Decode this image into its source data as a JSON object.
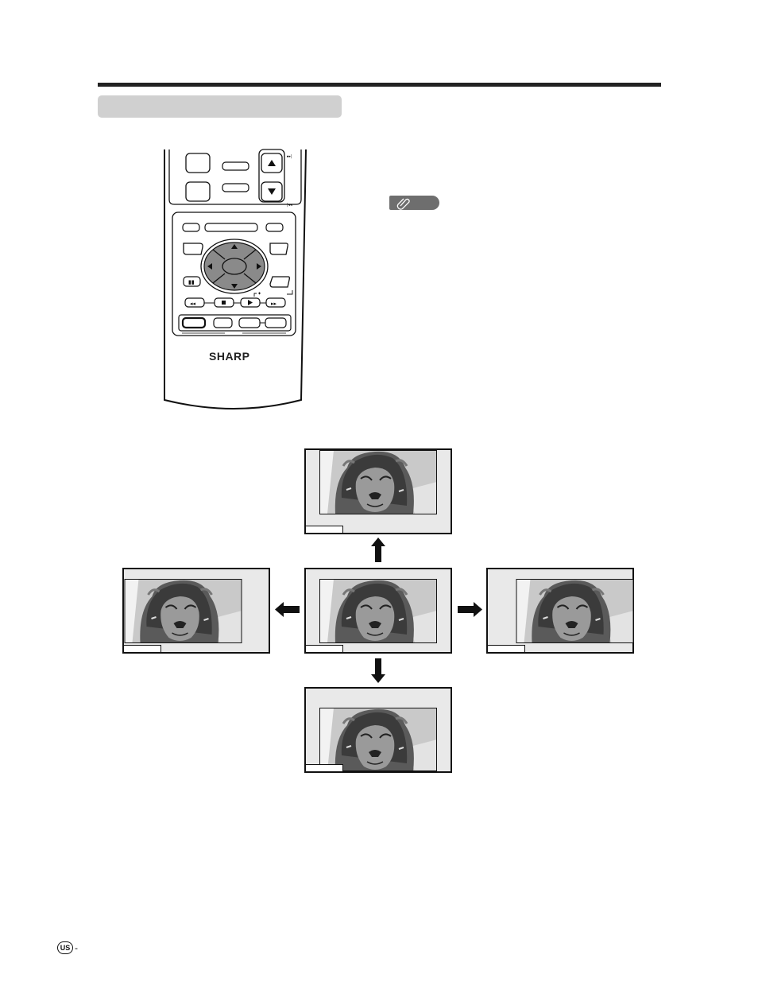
{
  "remote": {
    "brand": "SHARP",
    "buttons": [
      "up-arrow",
      "down-arrow",
      "dpad-up",
      "dpad-down",
      "dpad-left",
      "dpad-right",
      "dpad-center",
      "pause",
      "rewind",
      "stop",
      "play",
      "fast-forward"
    ]
  },
  "note": {
    "icon": "paperclip-icon"
  },
  "diagram": {
    "screens": [
      "center",
      "up",
      "down",
      "left",
      "right"
    ],
    "arrows": [
      "up",
      "down",
      "left",
      "right"
    ]
  },
  "footer": {
    "region_mark": "US",
    "separator": "-"
  }
}
